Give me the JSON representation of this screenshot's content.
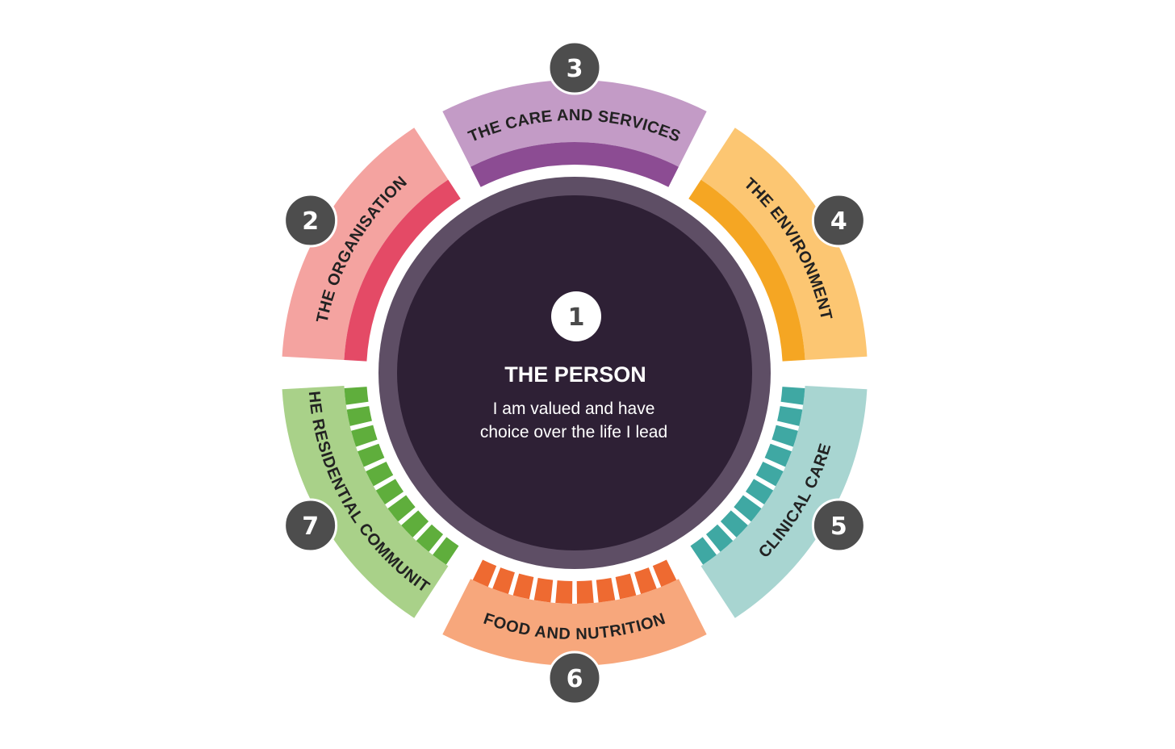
{
  "center": {
    "number": "1",
    "title": "THE PERSON",
    "subtitle_lines": [
      "I am valued and have",
      "choice over the life I lead"
    ],
    "colors": {
      "ring": "#5e4e65",
      "core": "#2e2035"
    }
  },
  "segments": [
    {
      "id": "care-and-services",
      "number": "3",
      "label": "THE CARE AND SERVICES",
      "outer_color": "#c39bc6",
      "inner_color": "#8c4c93",
      "inner_style": "solid"
    },
    {
      "id": "environment",
      "number": "4",
      "label": "THE ENVIRONMENT",
      "outer_color": "#fcc672",
      "inner_color": "#f5a623",
      "inner_style": "solid"
    },
    {
      "id": "clinical-care",
      "number": "5",
      "label": "CLINICAL CARE",
      "outer_color": "#a8d5d1",
      "inner_color": "#3fa8a3",
      "inner_style": "striped"
    },
    {
      "id": "food-and-nutrition",
      "number": "6",
      "label": "FOOD AND NUTRITION",
      "outer_color": "#f7a77c",
      "inner_color": "#ee6a31",
      "inner_style": "striped"
    },
    {
      "id": "residential-community",
      "number": "7",
      "label": "THE RESIDENTIAL COMMUNITY",
      "outer_color": "#a9d189",
      "inner_color": "#5fae3c",
      "inner_style": "striped"
    },
    {
      "id": "organisation",
      "number": "2",
      "label": "THE ORGANISATION",
      "outer_color": "#f4a3a0",
      "inner_color": "#e44a66",
      "inner_style": "solid"
    }
  ],
  "badge_color": "#4d4d4d"
}
